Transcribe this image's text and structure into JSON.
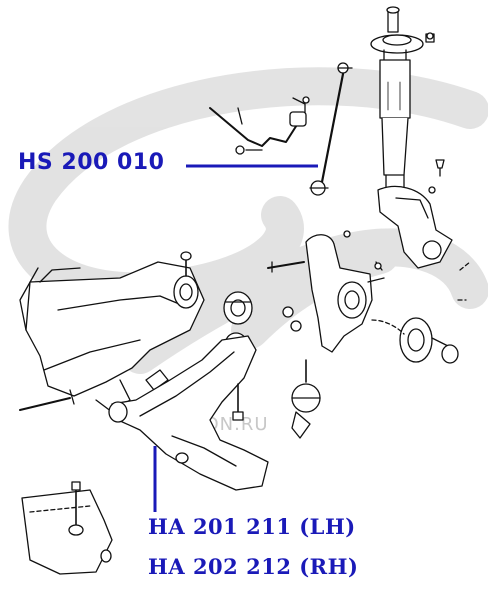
{
  "callouts": {
    "stabilizer_link": "HS 200 010",
    "control_arm_lh": "HA 201 211 (LH)",
    "control_arm_rh": "HA 202 212 (RH)"
  },
  "watermark": {
    "text": "OZON.RU"
  },
  "colors": {
    "callout_blue": "#1a1ab8",
    "line_art": "#111111",
    "watermark_grey": "#d9d9d9"
  }
}
